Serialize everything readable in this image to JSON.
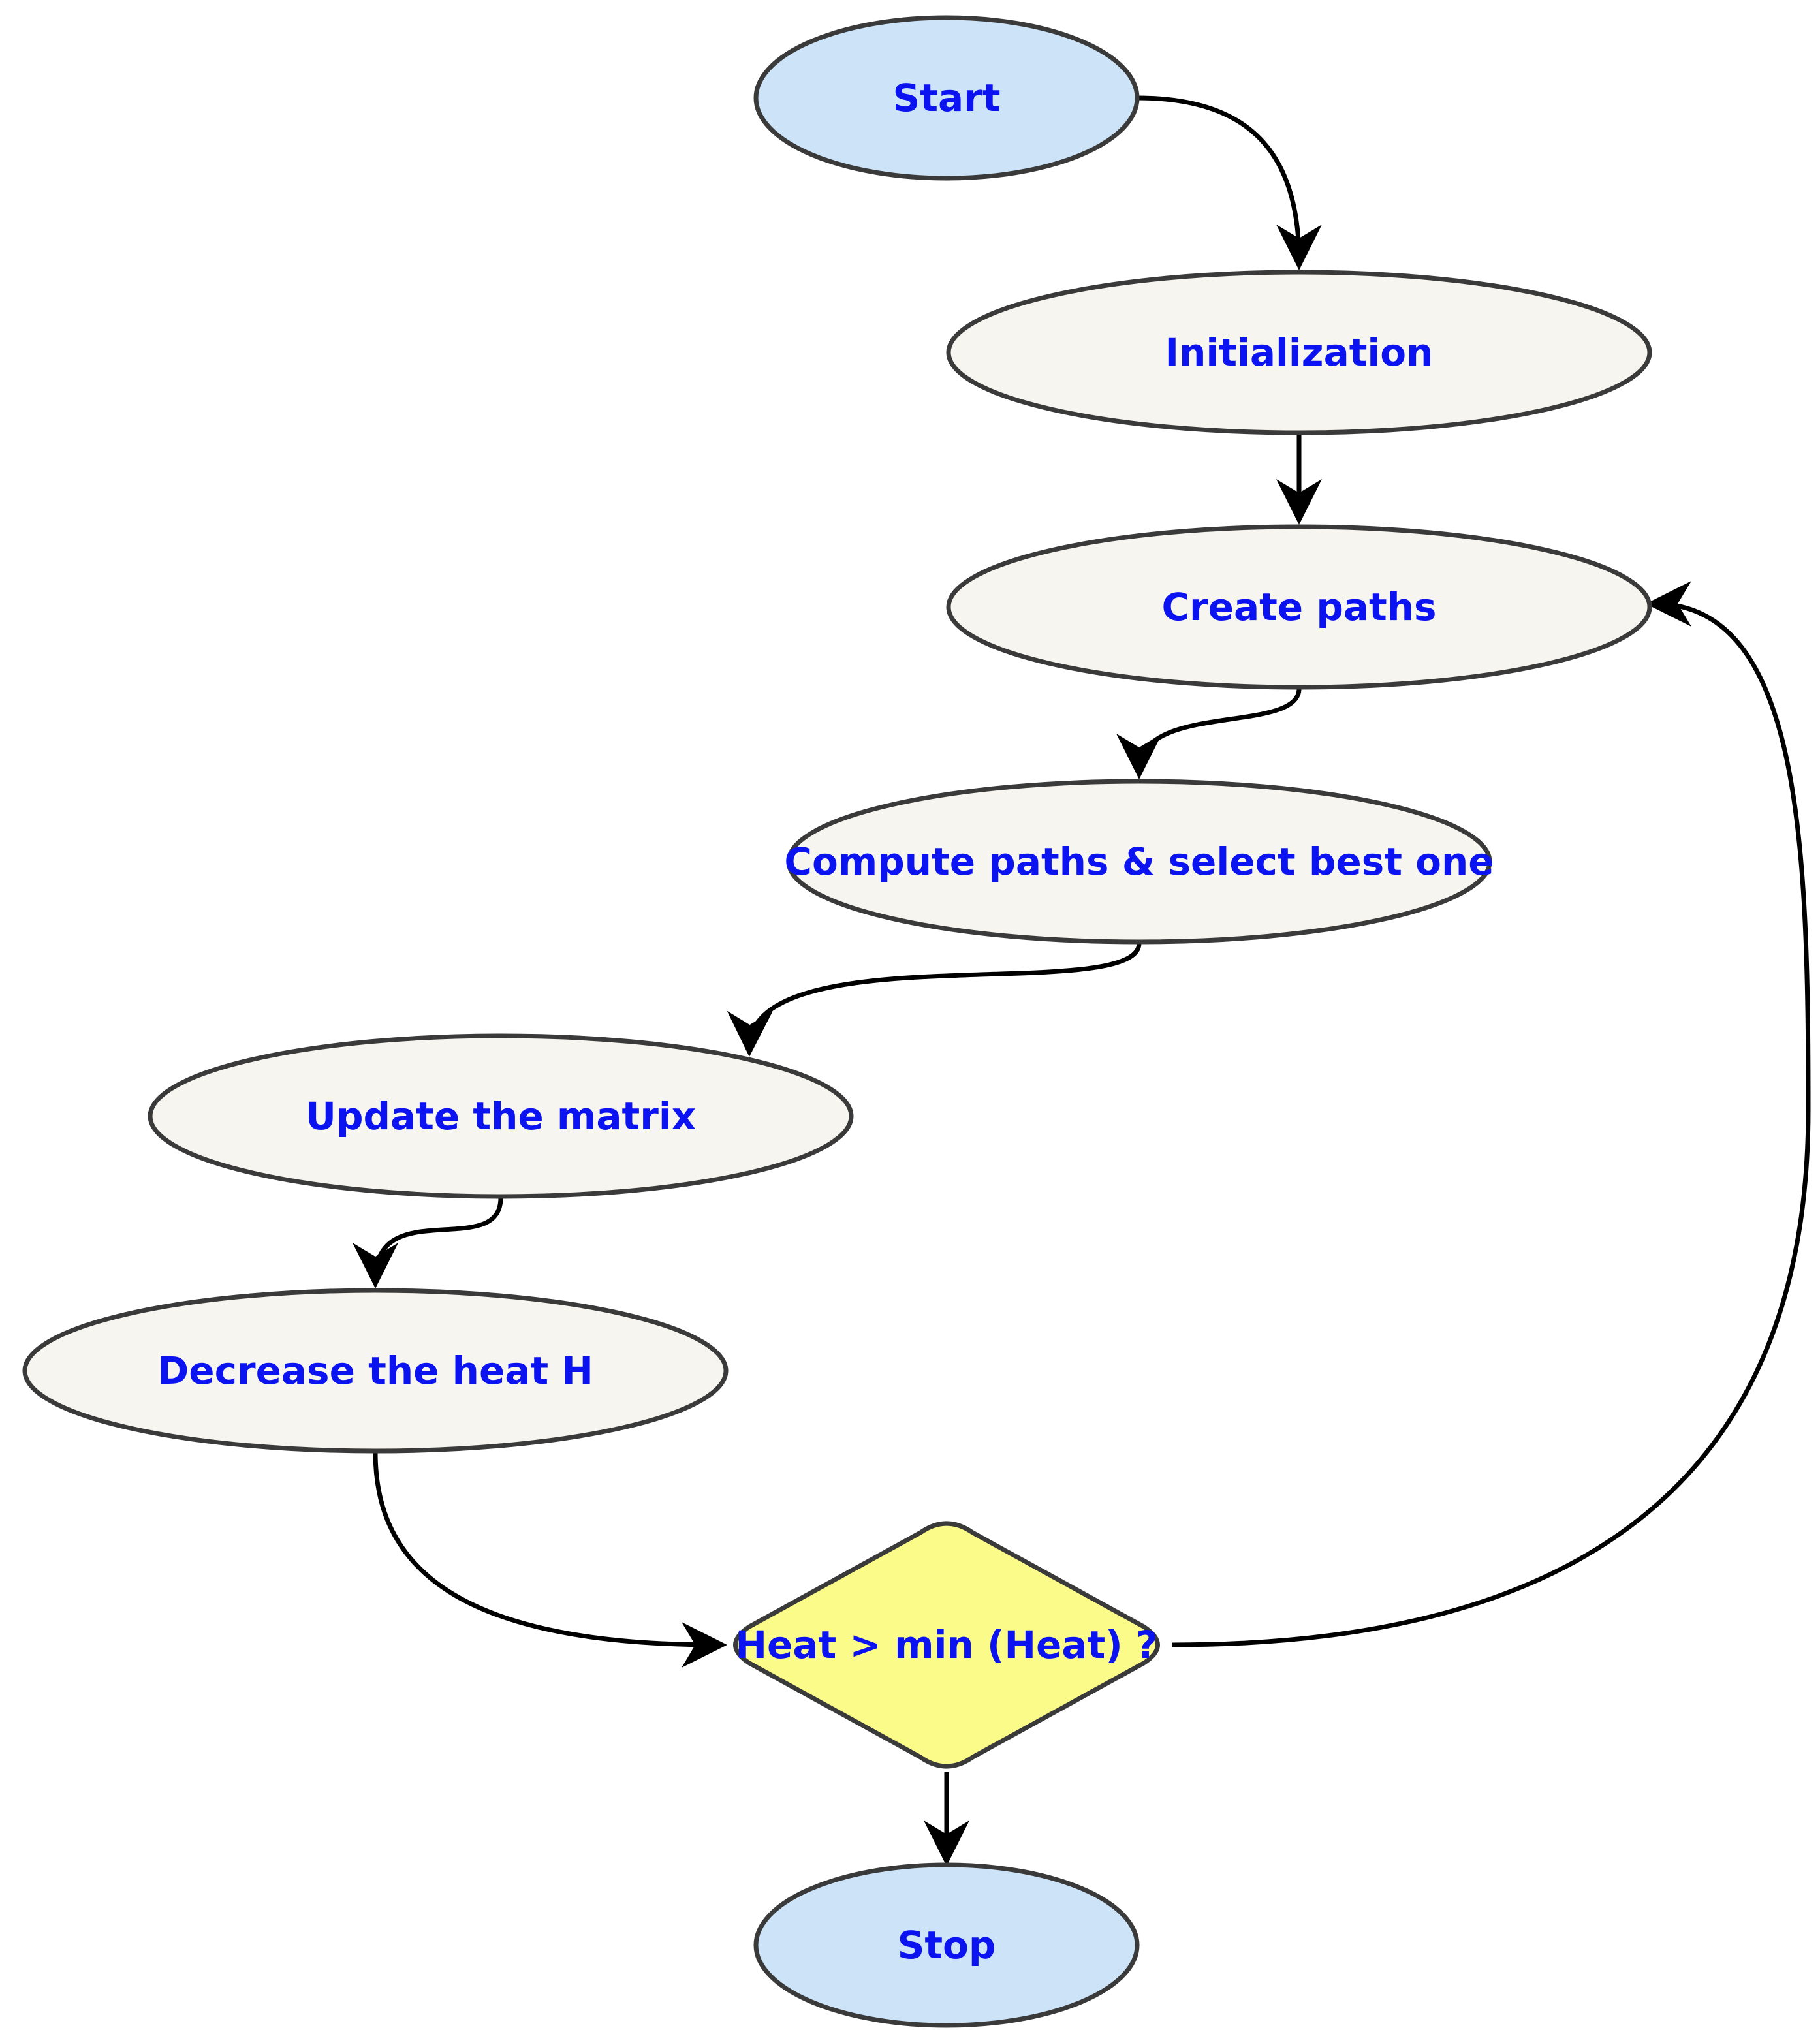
{
  "colors": {
    "terminal_fill": "#cce3f8",
    "process_fill": "#f7f5ef",
    "decision_fill": "#fbfb8a",
    "node_stroke": "#3a3a3a",
    "text": "#0b14f0",
    "edge": "#000000"
  },
  "nodes": {
    "start": {
      "label": "Start",
      "shape": "ellipse"
    },
    "initialization": {
      "label": "Initialization",
      "shape": "ellipse"
    },
    "create_paths": {
      "label": "Create paths",
      "shape": "ellipse"
    },
    "compute_paths": {
      "label": "Compute paths & select best one",
      "shape": "ellipse"
    },
    "update_matrix": {
      "label": "Update the matrix",
      "shape": "ellipse"
    },
    "decrease_heat": {
      "label": "Decrease the heat H",
      "shape": "ellipse"
    },
    "decision": {
      "label": "Heat > min (Heat) ?",
      "shape": "diamond"
    },
    "stop": {
      "label": "Stop",
      "shape": "ellipse"
    }
  },
  "edges": [
    {
      "from": "start",
      "to": "initialization"
    },
    {
      "from": "initialization",
      "to": "create_paths"
    },
    {
      "from": "create_paths",
      "to": "compute_paths"
    },
    {
      "from": "compute_paths",
      "to": "update_matrix"
    },
    {
      "from": "update_matrix",
      "to": "decrease_heat"
    },
    {
      "from": "decrease_heat",
      "to": "decision"
    },
    {
      "from": "decision",
      "to": "create_paths"
    },
    {
      "from": "decision",
      "to": "stop"
    }
  ]
}
